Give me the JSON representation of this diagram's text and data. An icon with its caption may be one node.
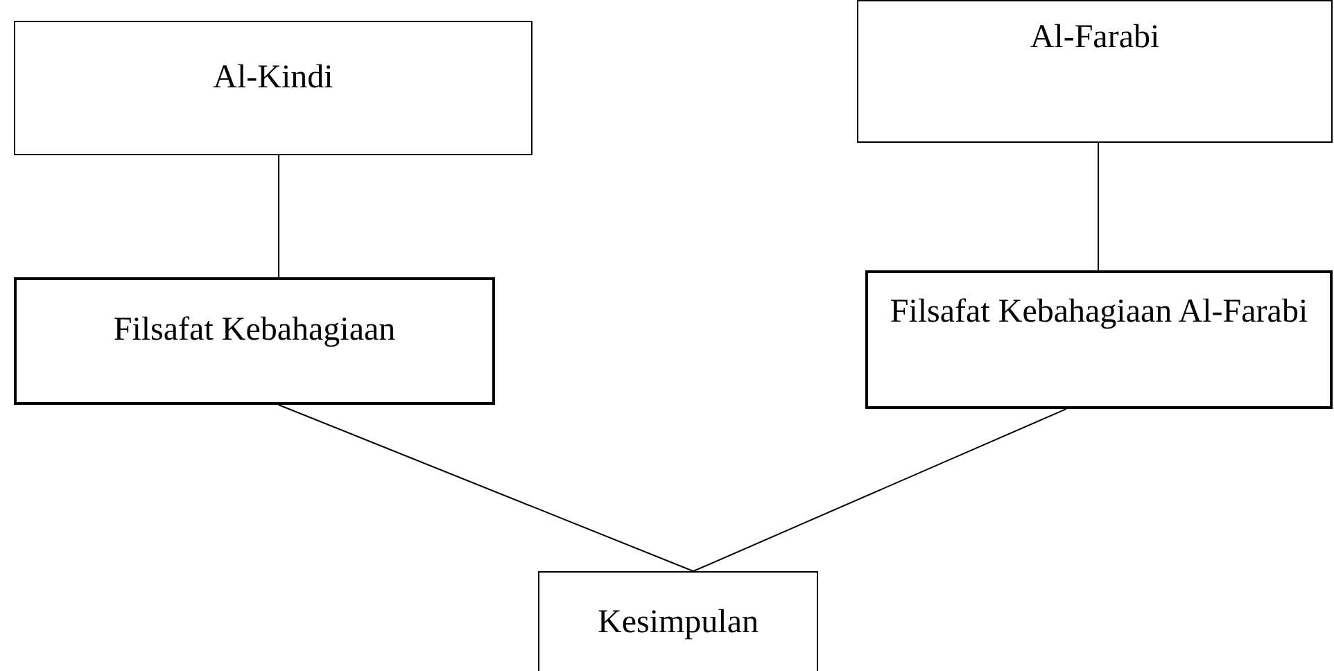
{
  "diagram": {
    "nodes": [
      {
        "text": [
          "Al-Kindi"
        ]
      },
      {
        "text": [
          "Al-Farabi"
        ]
      },
      {
        "text": [
          "Filsafat Kebahagiaan"
        ]
      },
      {
        "text": [
          "Filsafat Kebahagiaan Al-Farabi"
        ]
      },
      {
        "text": [
          "Kesimpulan"
        ]
      }
    ],
    "edges": [
      {
        "from": 0,
        "to": 2,
        "arrow": "none"
      },
      {
        "from": 1,
        "to": 3,
        "arrow": "none"
      },
      {
        "from": 2,
        "to": 4,
        "arrow": "none"
      },
      {
        "from": 3,
        "to": 4,
        "arrow": "none"
      }
    ]
  }
}
